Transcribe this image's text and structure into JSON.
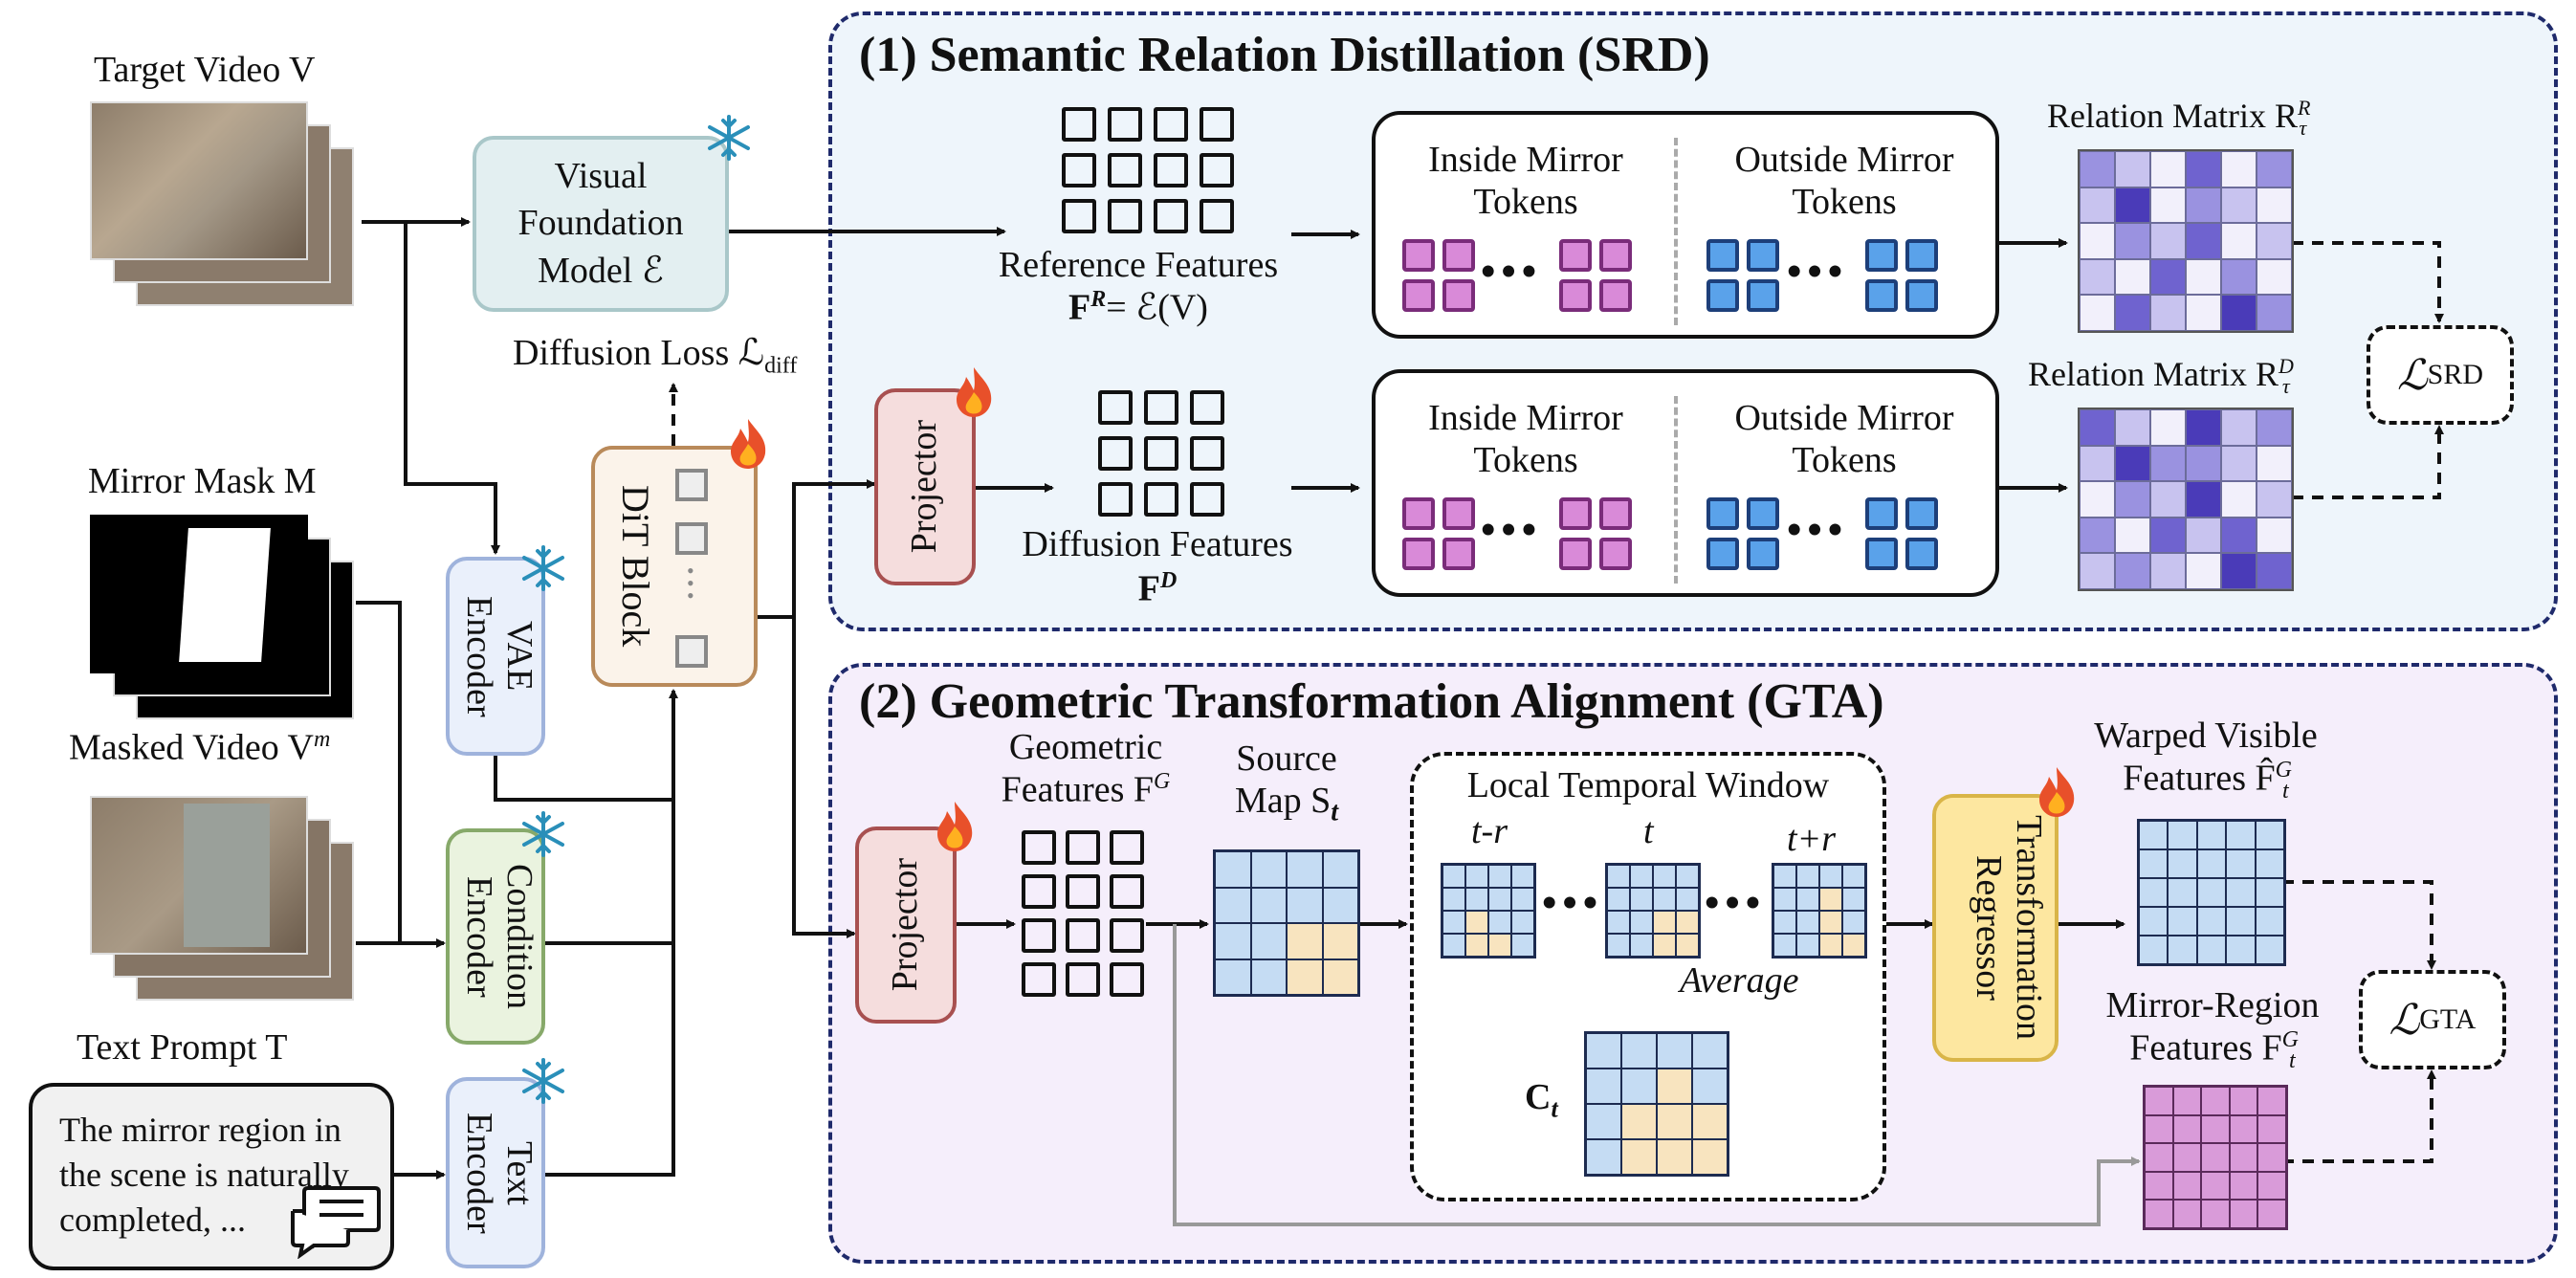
{
  "labels": {
    "target_video": "Target Video V",
    "mirror_mask": "Mirror Mask M",
    "masked_video": "Masked Video V",
    "masked_video_sup": "m",
    "text_prompt": "Text Prompt T",
    "prompt_text": "The mirror region in the scene is naturally completed, ...",
    "visual_foundation_model": "Visual Foundation Model ℰ",
    "vae_encoder": "VAE Encoder",
    "condition_encoder": "Condition Encoder",
    "text_encoder": "Text Encoder",
    "dit_block": "DiT Block",
    "diffusion_loss": "Diffusion Loss ℒ",
    "diffusion_loss_sub": "diff",
    "projector": "Projector",
    "srd_title": "(1) Semantic Relation Distillation (SRD)",
    "gta_title": "(2) Geometric Transformation Alignment (GTA)",
    "reference_features": "Reference Features",
    "reference_formula": "F",
    "reference_formula_sup": "R",
    "reference_formula_rhs": "= ℰ(V)",
    "diffusion_features": "Diffusion Features",
    "diffusion_formula": "F",
    "diffusion_formula_sup": "D",
    "inside_mirror_tokens": "Inside Mirror Tokens",
    "outside_mirror_tokens": "Outside Mirror Tokens",
    "relation_matrix_r": "Relation Matrix R",
    "relation_matrix_r_sup": "R",
    "relation_matrix_r_sub": "τ",
    "relation_matrix_d": "Relation Matrix R",
    "relation_matrix_d_sup": "D",
    "relation_matrix_d_sub": "τ",
    "loss_srd": "ℒ",
    "loss_srd_sub": "SRD",
    "geometric_features": "Geometric Features F",
    "geometric_features_sup": "G",
    "source_map": "Source Map S",
    "source_map_sub": "t",
    "local_temporal_window": "Local Temporal Window",
    "t_minus_r": "t-r",
    "t": "t",
    "t_plus_r": "t+r",
    "average": "Average",
    "c_t": "C",
    "c_t_sub": "t",
    "transformation_regressor": "Transformation Regressor",
    "warped_visible_features": "Warped Visible Features F̂",
    "warped_sup": "G",
    "warped_sub": "t",
    "mirror_region_features": "Mirror-Region Features F",
    "mirror_sup": "G",
    "mirror_sub": "t",
    "loss_gta": "ℒ",
    "loss_gta_sub": "GTA"
  },
  "icons": {
    "frozen": "snowflake-icon",
    "trainable": "fire-icon",
    "chat": "chat-bubble-icon"
  },
  "colors": {
    "panel_border": "#1f2a6b",
    "srd_bg": "#eef5fb",
    "gta_bg": "#f5eefb",
    "vfm_fill": "#e3eff1",
    "vfm_border": "#a9c7c9",
    "vae_fill": "#eaf0fb",
    "vae_border": "#9fb3dc",
    "cond_fill": "#eaf3df",
    "cond_border": "#87a96a",
    "text_fill": "#eaf0fb",
    "dit_fill": "#fbf3ea",
    "dit_border": "#b98a5a",
    "proj_fill": "#f5dddd",
    "proj_border": "#a85050",
    "regressor_fill": "#fde7a0",
    "regressor_border": "#d9b548",
    "inside_token": "#d98ad8",
    "outside_token": "#5aa2ea",
    "grid_blue": "#c5dcf3",
    "grid_tan": "#f8e4bf",
    "grid_pink": "#d99bd9"
  }
}
